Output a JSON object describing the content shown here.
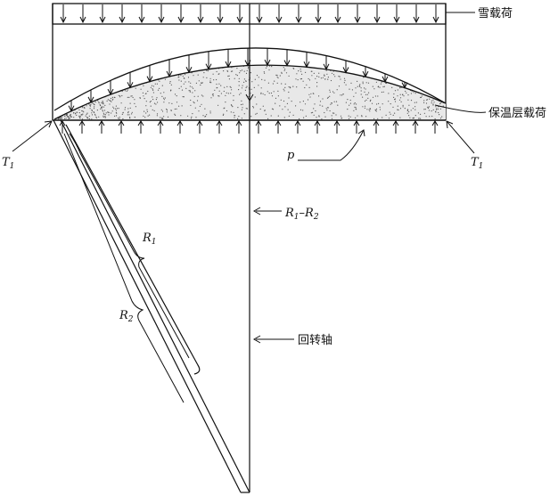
{
  "labels": {
    "snow_load": "雪载荷",
    "insulation_load": "保温层载荷",
    "t_left": "T",
    "t_left_sub": "1",
    "t_right": "T",
    "t_right_sub": "1",
    "pressure": "p",
    "r1_r2_a": "R",
    "r1_r2_a_sub": "1",
    "r1_r2_dash": "–",
    "r1_r2_b": "R",
    "r1_r2_b_sub": "2",
    "r1": "R",
    "r1_sub": "1",
    "r2": "R",
    "r2_sub": "2",
    "axis": "回转轴"
  },
  "colors": {
    "ink": "#111111",
    "stipple": "#555555",
    "background": "#ffffff"
  }
}
